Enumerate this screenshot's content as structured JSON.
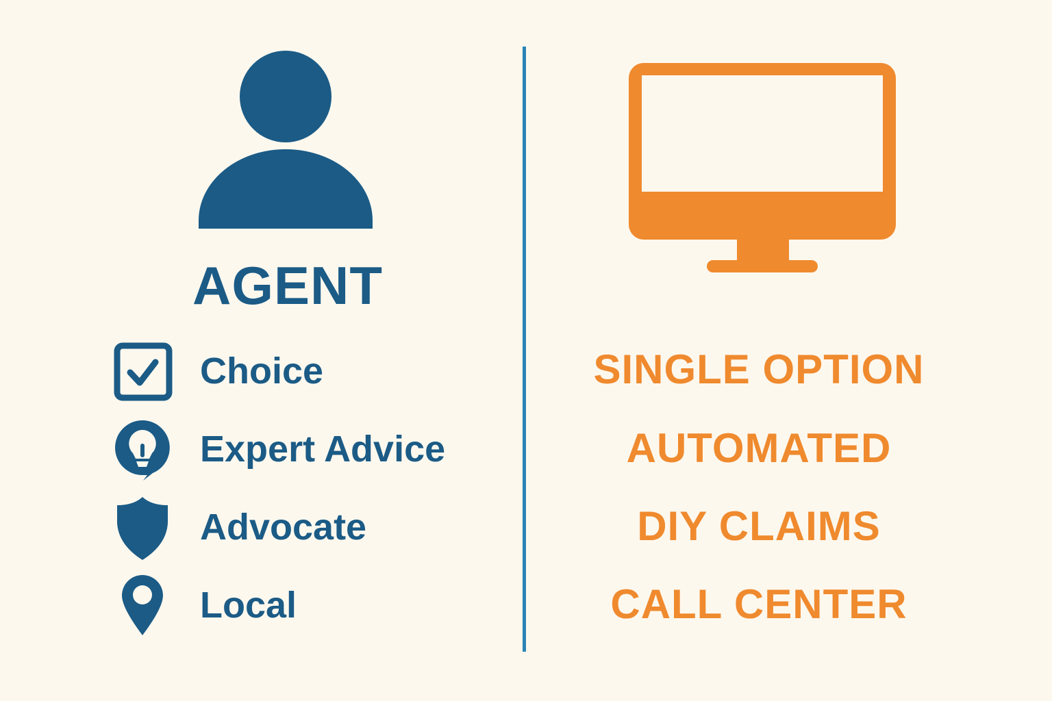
{
  "colors": {
    "background": "#fdf8ee",
    "agent_blue": "#1b5b86",
    "divider_blue": "#2a84b6",
    "online_orange": "#ef8a2e"
  },
  "left": {
    "icon": "person-icon",
    "title": "AGENT",
    "features": [
      {
        "icon": "checkbox-checked-icon",
        "label": "Choice"
      },
      {
        "icon": "lightbulb-chat-icon",
        "label": "Expert Advice"
      },
      {
        "icon": "shield-icon",
        "label": "Advocate"
      },
      {
        "icon": "map-pin-icon",
        "label": "Local"
      }
    ]
  },
  "right": {
    "icon": "desktop-monitor-icon",
    "items": [
      {
        "label": "SINGLE OPTION"
      },
      {
        "label": "AUTOMATED"
      },
      {
        "label": "DIY CLAIMS"
      },
      {
        "label": "CALL CENTER"
      }
    ]
  }
}
